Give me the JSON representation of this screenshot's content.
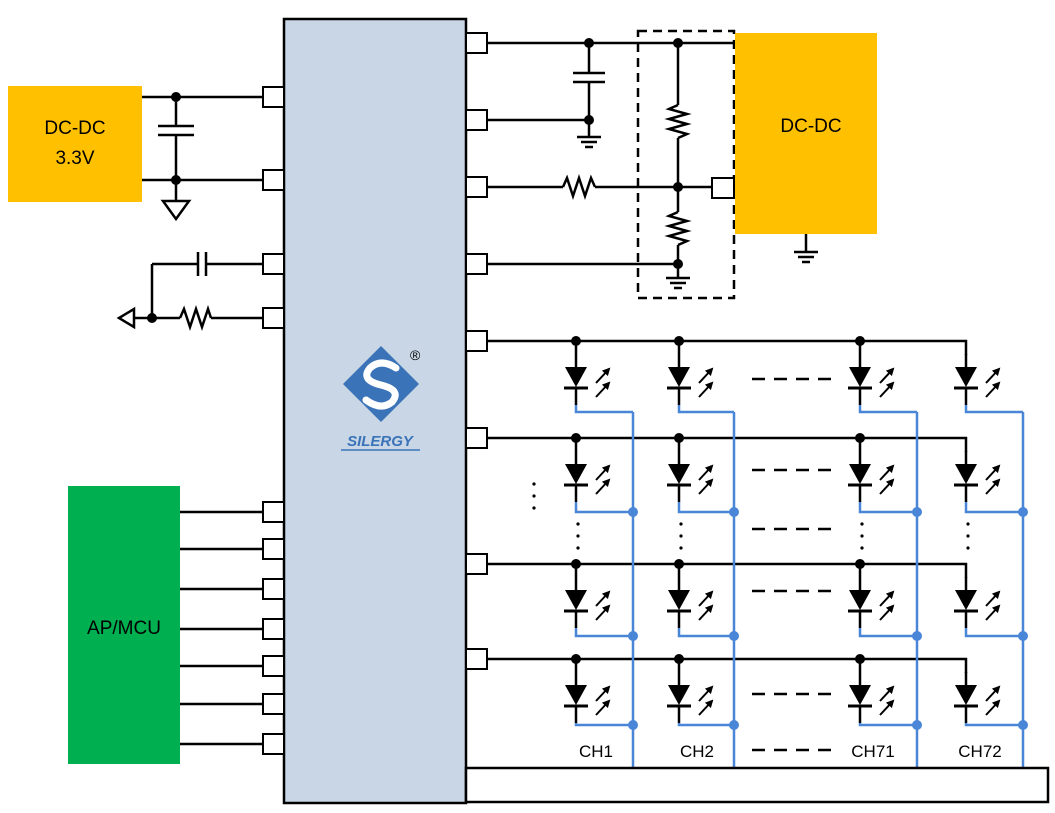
{
  "blocks": {
    "dcdc_33": {
      "line1": "DC-DC",
      "line2": "3.3V"
    },
    "dcdc_right": {
      "label": "DC-DC"
    },
    "mcu": {
      "label": "AP/MCU"
    }
  },
  "chip": {
    "logo_text": "SILERGY",
    "registered_mark": "®"
  },
  "channels": [
    "CH1",
    "CH2",
    "CH71",
    "CH72"
  ],
  "colors": {
    "dcdc": "#FFC000",
    "mcu": "#00B050",
    "chip": "#C8D6E6",
    "column_wire": "#4A86D8",
    "logo": "#3B73B9"
  }
}
